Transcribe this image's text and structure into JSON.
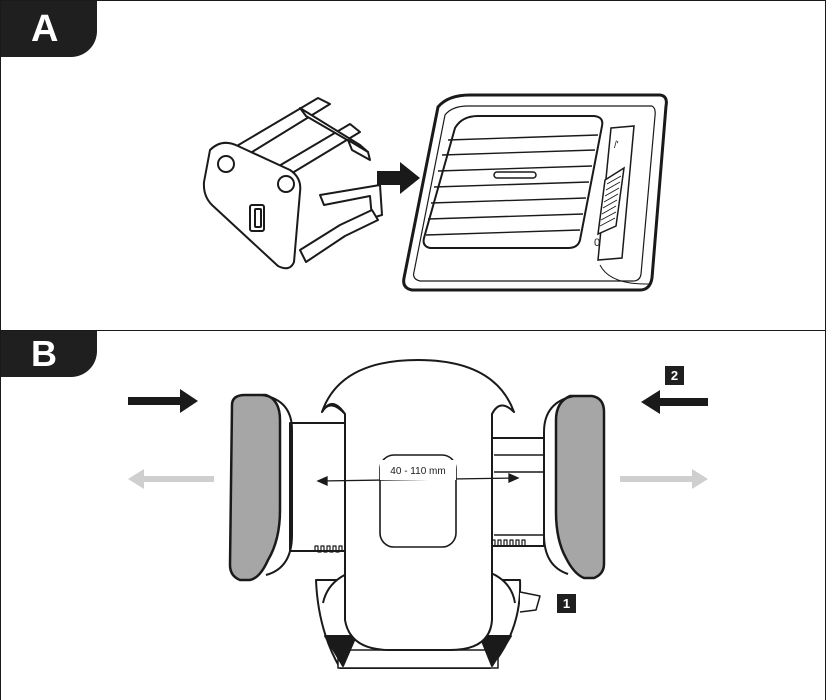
{
  "panels": {
    "a": {
      "label": "A"
    },
    "b": {
      "label": "B"
    }
  },
  "vent": {
    "dial_top_symbol": "/'",
    "dial_bottom_label": "0"
  },
  "measurement": {
    "label": "40 - 110 mm"
  },
  "steps": {
    "step1": "1",
    "step2": "2"
  },
  "colors": {
    "tab": "#1f1f1f",
    "grip": "#a6a6a6",
    "ghost_arrow": "#cfcfcf"
  }
}
